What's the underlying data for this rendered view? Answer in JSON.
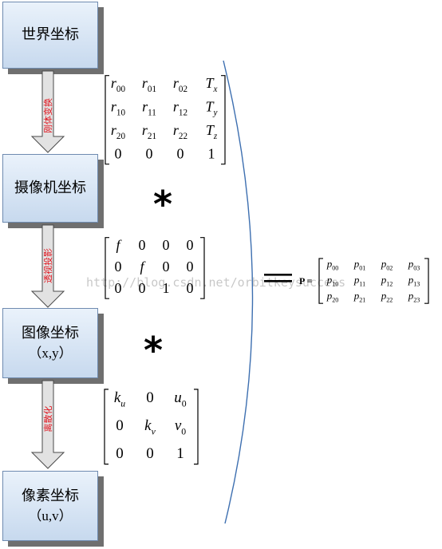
{
  "boxes": [
    {
      "title": "世界坐标",
      "sub": ""
    },
    {
      "title": "摄像机坐标",
      "sub": ""
    },
    {
      "title": "图像坐标",
      "sub": "（x,y）"
    },
    {
      "title": "像素坐标",
      "sub": "（u,v）"
    }
  ],
  "arrows": [
    "刚体变换",
    "透视投影",
    "离散化"
  ],
  "operators": {
    "multiply": "*",
    "equals": "="
  },
  "matrices": {
    "extrinsic": [
      [
        {
          "b": "r",
          "s": "00"
        },
        {
          "b": "r",
          "s": "01"
        },
        {
          "b": "r",
          "s": "02"
        },
        {
          "b": "T",
          "s": "x"
        }
      ],
      [
        {
          "b": "r",
          "s": "10"
        },
        {
          "b": "r",
          "s": "11"
        },
        {
          "b": "r",
          "s": "12"
        },
        {
          "b": "T",
          "s": "y"
        }
      ],
      [
        {
          "b": "r",
          "s": "20"
        },
        {
          "b": "r",
          "s": "21"
        },
        {
          "b": "r",
          "s": "22"
        },
        {
          "b": "T",
          "s": "z"
        }
      ],
      [
        {
          "b": "0",
          "s": ""
        },
        {
          "b": "0",
          "s": ""
        },
        {
          "b": "0",
          "s": ""
        },
        {
          "b": "1",
          "s": ""
        }
      ]
    ],
    "projection": [
      [
        {
          "b": "f",
          "s": ""
        },
        {
          "b": "0",
          "s": ""
        },
        {
          "b": "0",
          "s": ""
        },
        {
          "b": "0",
          "s": ""
        }
      ],
      [
        {
          "b": "0",
          "s": ""
        },
        {
          "b": "f",
          "s": ""
        },
        {
          "b": "0",
          "s": ""
        },
        {
          "b": "0",
          "s": ""
        }
      ],
      [
        {
          "b": "0",
          "s": ""
        },
        {
          "b": "0",
          "s": ""
        },
        {
          "b": "1",
          "s": ""
        },
        {
          "b": "0",
          "s": ""
        }
      ]
    ],
    "intrinsic": [
      [
        {
          "b": "k",
          "s": "u"
        },
        {
          "b": "0",
          "s": ""
        },
        {
          "b": "u",
          "s": "0"
        }
      ],
      [
        {
          "b": "0",
          "s": ""
        },
        {
          "b": "k",
          "s": "v"
        },
        {
          "b": "v",
          "s": "0"
        }
      ],
      [
        {
          "b": "0",
          "s": ""
        },
        {
          "b": "0",
          "s": ""
        },
        {
          "b": "1",
          "s": ""
        }
      ]
    ],
    "result_label": "P =",
    "result": [
      [
        {
          "b": "p",
          "s": "00"
        },
        {
          "b": "p",
          "s": "01"
        },
        {
          "b": "p",
          "s": "02"
        },
        {
          "b": "p",
          "s": "03"
        }
      ],
      [
        {
          "b": "p",
          "s": "10"
        },
        {
          "b": "p",
          "s": "11"
        },
        {
          "b": "p",
          "s": "12"
        },
        {
          "b": "p",
          "s": "13"
        }
      ],
      [
        {
          "b": "p",
          "s": "20"
        },
        {
          "b": "p",
          "s": "21"
        },
        {
          "b": "p",
          "s": "22"
        },
        {
          "b": "p",
          "s": "23"
        }
      ]
    ]
  },
  "watermark": "http://blog.csdn.net/orbitkeysuccess",
  "colors": {
    "arrow_label": "#e0141e",
    "curve": "#3d6fb0",
    "box_top": "#eaf2fb",
    "box_bottom": "#c7d9ee"
  }
}
